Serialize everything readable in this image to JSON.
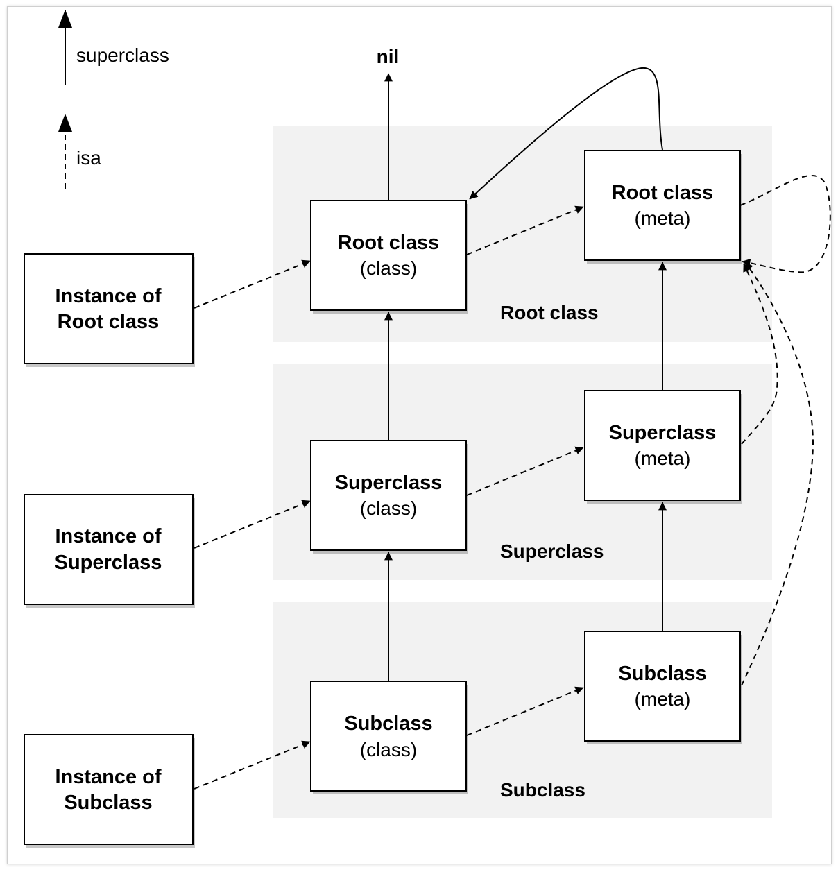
{
  "legend": {
    "superclass_label": "superclass",
    "isa_label": "isa"
  },
  "nil_label": "nil",
  "bands": {
    "root": "Root class",
    "super": "Superclass",
    "sub": "Subclass"
  },
  "instances": {
    "root": [
      "Instance of",
      "Root class"
    ],
    "super": [
      "Instance of",
      "Superclass"
    ],
    "sub": [
      "Instance of",
      "Subclass"
    ]
  },
  "classes": {
    "root": [
      "Root class",
      "(class)"
    ],
    "super": [
      "Superclass",
      "(class)"
    ],
    "sub": [
      "Subclass",
      "(class)"
    ]
  },
  "metas": {
    "root": [
      "Root class",
      "(meta)"
    ],
    "super": [
      "Superclass",
      "(meta)"
    ],
    "sub": [
      "Subclass",
      "(meta)"
    ]
  }
}
